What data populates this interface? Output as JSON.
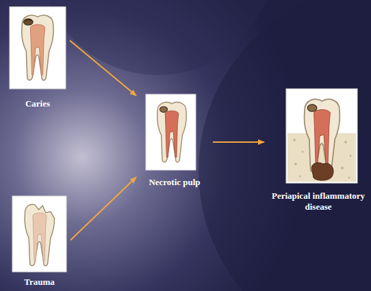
{
  "diagram": {
    "nodes": [
      {
        "text": [
          "Caries"
        ]
      },
      {
        "text": [
          "Trauma"
        ]
      },
      {
        "text": [
          "Necrotic pulp"
        ]
      },
      {
        "text": [
          "Periapical inflammatory disease"
        ]
      }
    ],
    "edges": [
      {
        "from": 0,
        "to": 2,
        "arrow": "to"
      },
      {
        "from": 1,
        "to": 2,
        "arrow": "to"
      },
      {
        "from": 2,
        "to": 3,
        "arrow": "to"
      }
    ]
  }
}
